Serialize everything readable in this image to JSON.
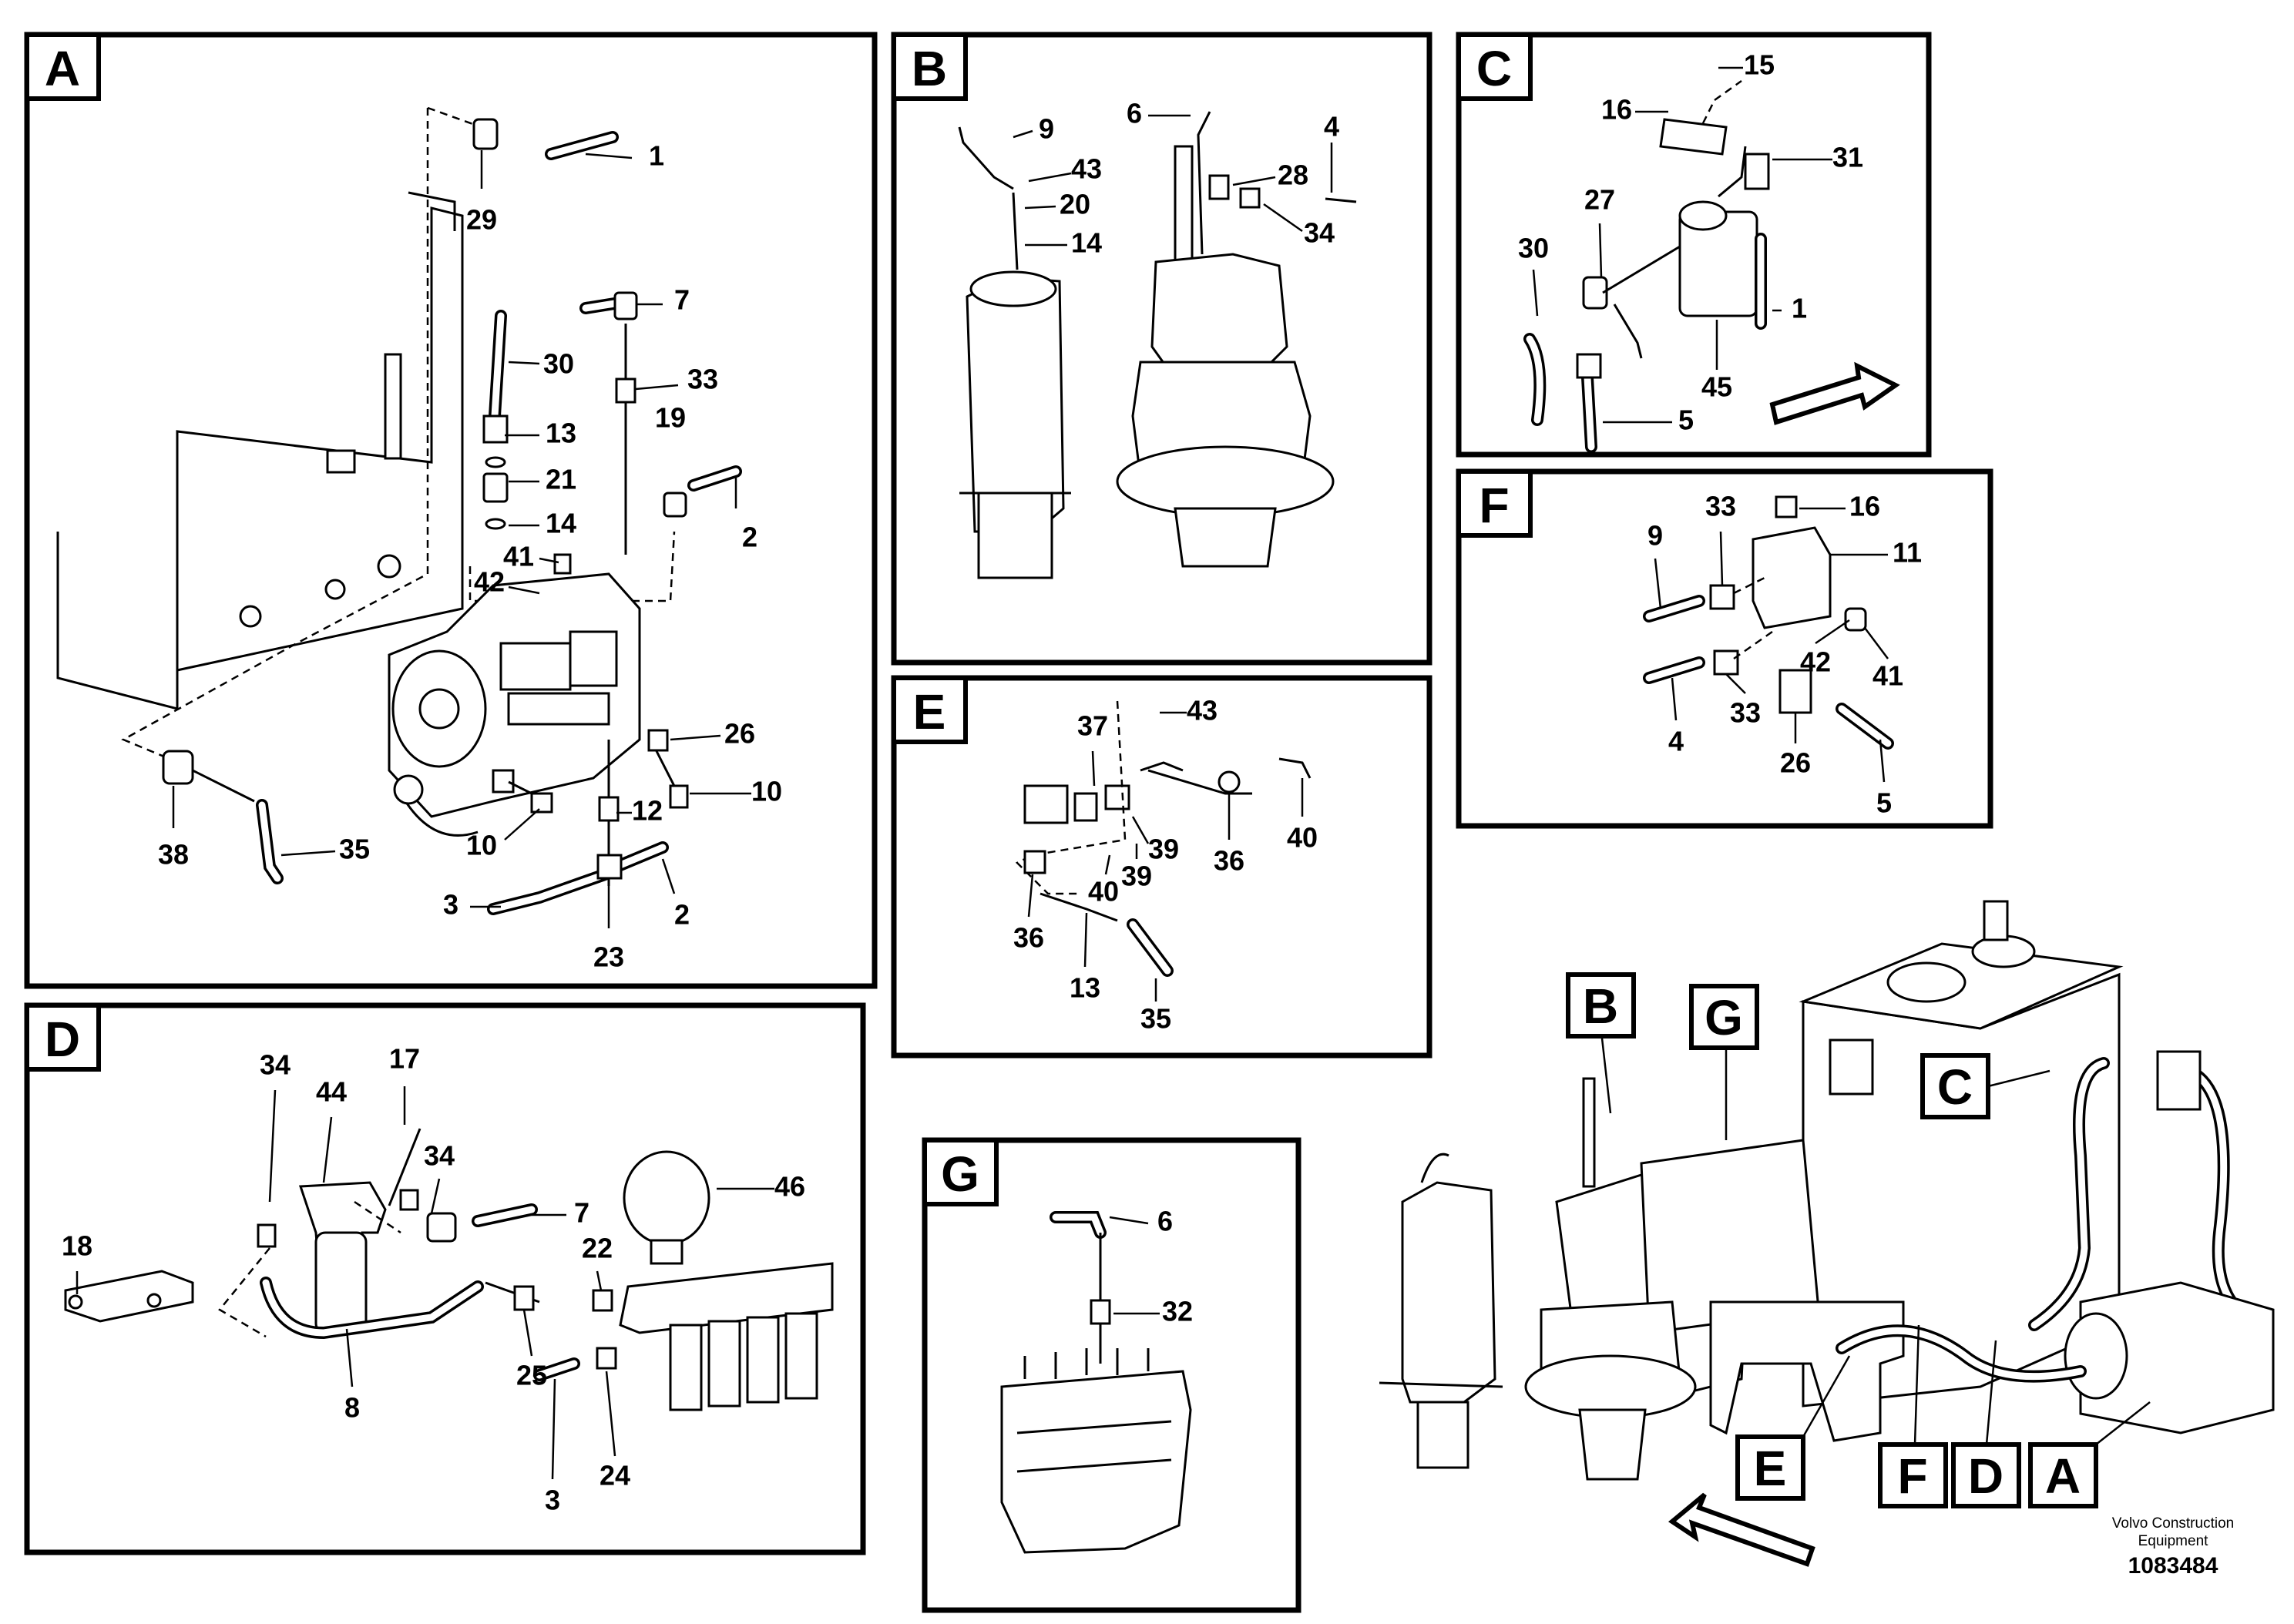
{
  "panels": [
    {
      "id": "A",
      "labels": [
        "29",
        "1",
        "7",
        "30",
        "33",
        "13",
        "19",
        "21",
        "2",
        "14",
        "41",
        "42",
        "26",
        "10",
        "12",
        "10",
        "38",
        "35",
        "3",
        "23",
        "2"
      ]
    },
    {
      "id": "B",
      "labels": [
        "9",
        "6",
        "4",
        "43",
        "28",
        "20",
        "34",
        "14"
      ]
    },
    {
      "id": "C",
      "labels": [
        "15",
        "16",
        "31",
        "27",
        "30",
        "1",
        "45",
        "5"
      ]
    },
    {
      "id": "D",
      "labels": [
        "34",
        "44",
        "17",
        "46",
        "34",
        "7",
        "18",
        "22",
        "8",
        "25",
        "3",
        "24"
      ]
    },
    {
      "id": "E",
      "labels": [
        "37",
        "43",
        "39",
        "40",
        "39",
        "36",
        "40",
        "36",
        "13",
        "35"
      ]
    },
    {
      "id": "F",
      "labels": [
        "33",
        "16",
        "9",
        "11",
        "42",
        "41",
        "4",
        "33",
        "26",
        "5"
      ]
    },
    {
      "id": "G",
      "labels": [
        "6",
        "32"
      ]
    }
  ],
  "overview": {
    "callouts": [
      "B",
      "G",
      "C",
      "E",
      "F",
      "D",
      "A"
    ]
  },
  "footer": {
    "brand_line1": "Volvo Construction",
    "brand_line2": "Equipment",
    "drawing_number": "1083484"
  }
}
